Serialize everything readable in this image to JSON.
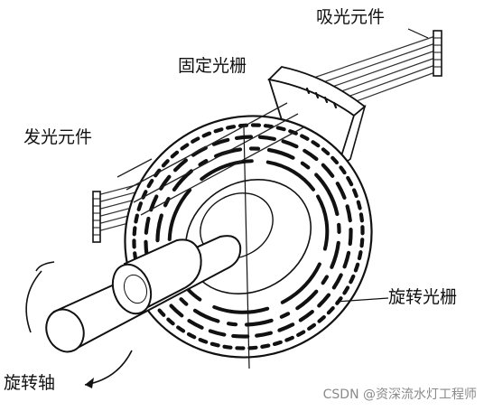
{
  "labels": {
    "absorb": "吸光元件",
    "fixed_grating": "固定光栅",
    "emit": "发光元件",
    "rotating_grating": "旋转光栅",
    "axis": "旋转轴"
  },
  "watermark": "CSDN @资深流水灯工程师",
  "colors": {
    "ink": "#111111",
    "watermark": "#8a8a8a",
    "background": "#ffffff"
  }
}
